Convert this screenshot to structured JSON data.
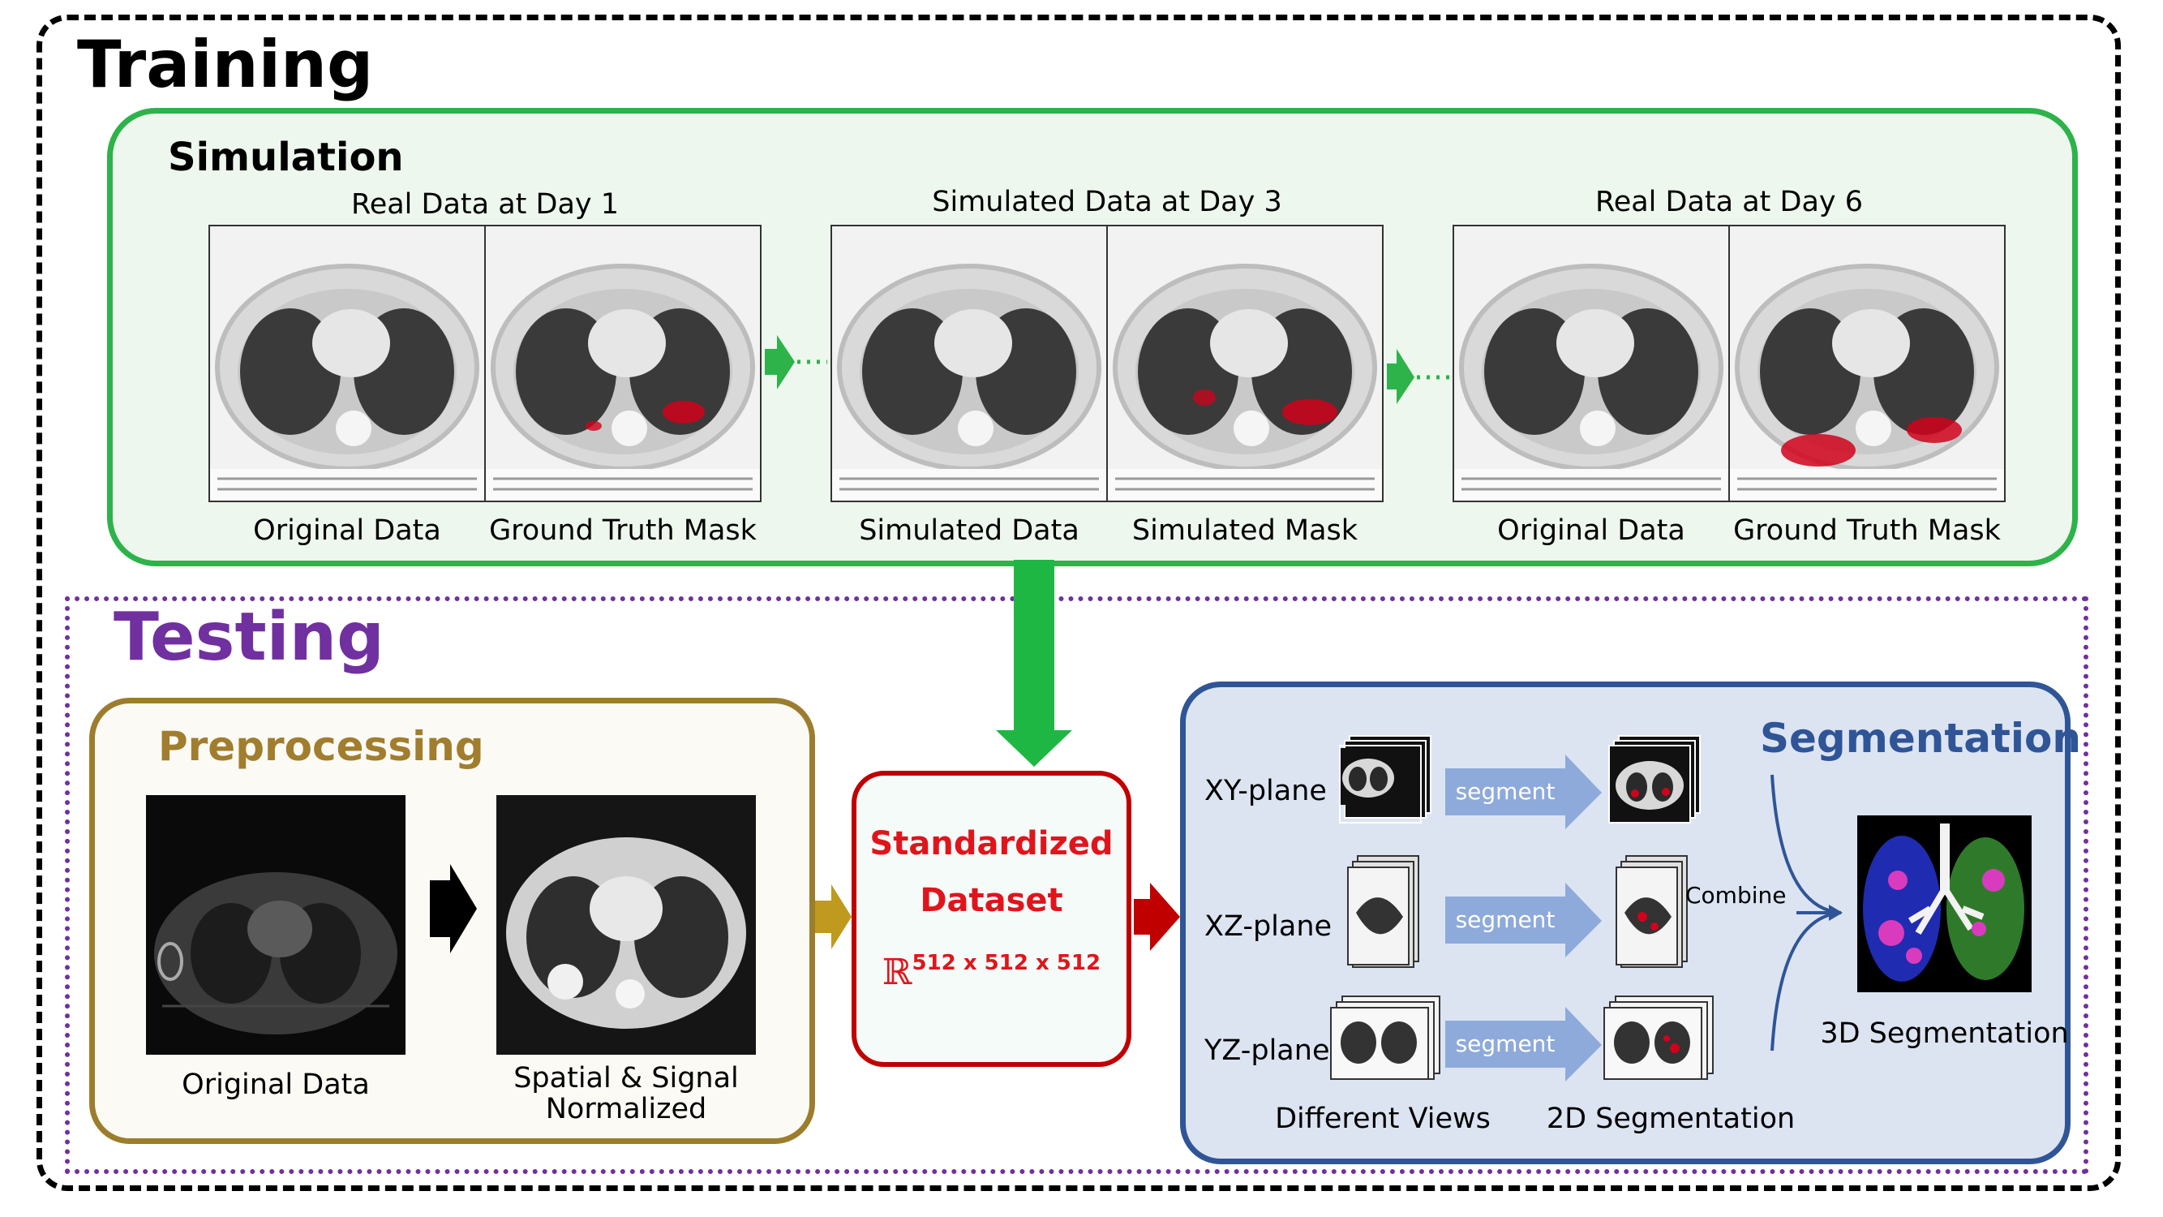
{
  "training": {
    "title": "Training",
    "simulation": {
      "title": "Simulation",
      "groups": [
        {
          "caption": "Real Data at Day 1",
          "left_label": "Original Data",
          "right_label": "Ground Truth Mask"
        },
        {
          "caption": "Simulated Data at Day 3",
          "left_label": "Simulated Data",
          "right_label": "Simulated Mask"
        },
        {
          "caption": "Real Data at Day 6",
          "left_label": "Original Data",
          "right_label": "Ground Truth Mask"
        }
      ]
    }
  },
  "testing": {
    "title": "Testing",
    "preprocessing": {
      "title": "Preprocessing",
      "left_label": "Original Data",
      "right_label_line1": "Spatial & Signal",
      "right_label_line2": "Normalized"
    },
    "standardized": {
      "title_line1": "Standardized",
      "title_line2": "Dataset",
      "space_symbol": "ℝ",
      "dimensions": "512 x 512 x 512"
    },
    "segmentation": {
      "title": "Segmentation",
      "planes": [
        "XY-plane",
        "XZ-plane",
        "YZ-plane"
      ],
      "arrow_label": "segment",
      "combine_label": "Combine",
      "views_caption": "Different Views",
      "seg2d_caption": "2D Segmentation",
      "result_caption": "3D Segmentation"
    }
  },
  "colors": {
    "training_green": "#2db34a",
    "testing_purple": "#7030a0",
    "preprocessing_gold": "#9b7d2d",
    "standardized_red": "#c00000",
    "segmentation_blue": "#2f5597",
    "mask_red": "#d0021b"
  },
  "icons": {
    "ct_scan": "ct-slice-image",
    "stack": "image-stack-icon",
    "render3d": "3d-lung-render"
  }
}
